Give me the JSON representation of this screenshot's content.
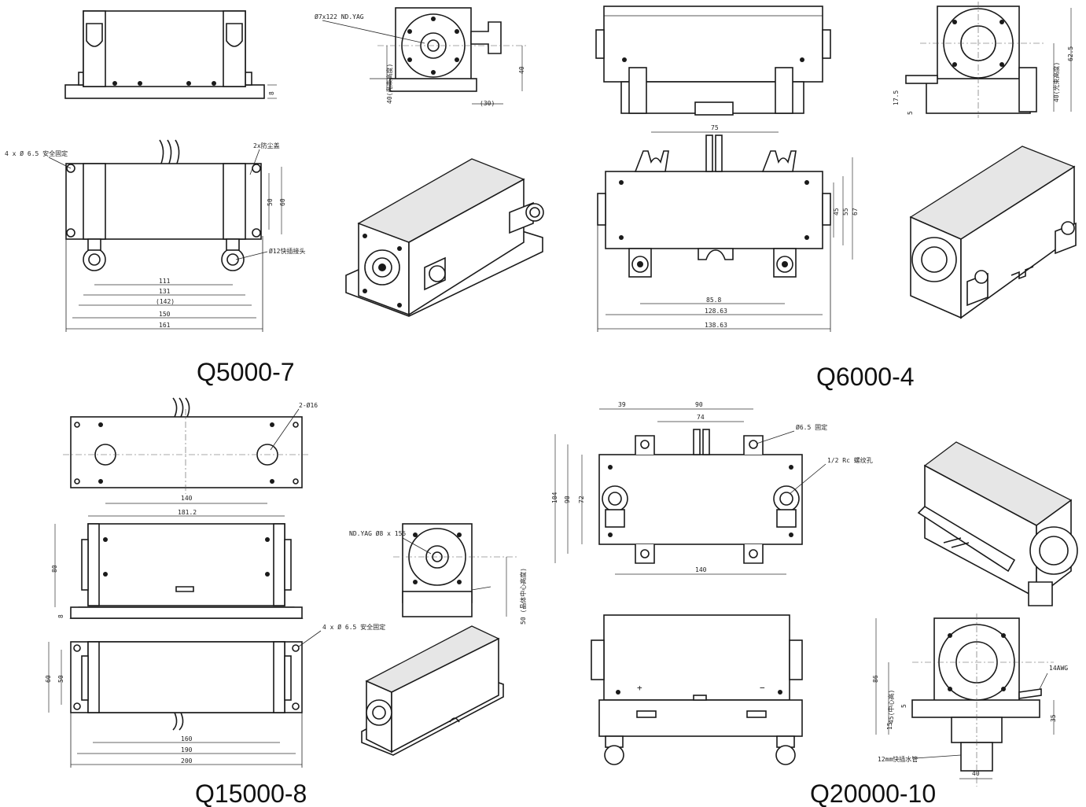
{
  "models": {
    "q5000": "Q5000-7",
    "q6000": "Q6000-4",
    "q15000": "Q15000-8",
    "q20000": "Q20000-10"
  },
  "q5000_notes": {
    "rod": "Ø7x122 ND.YAG",
    "mount_holes": "4 x Ø 6.5 安全固定",
    "dust_cap": "2x防尘盖",
    "fitting": "Ø12快插接头",
    "height_label": "40(光束高度)",
    "dims": {
      "d111": "111",
      "d131": "131",
      "d142": "(142)",
      "d150": "150",
      "d161": "161",
      "d50": "50",
      "d60": "60",
      "d40": "40",
      "d30": "(30)",
      "d8": "8"
    }
  },
  "q6000_notes": {
    "height_label": "40(光束高度)",
    "dims": {
      "d75": "75",
      "d45": "45",
      "d55": "55",
      "d67": "67",
      "d858": "85.8",
      "d12863": "128.63",
      "d13863": "138.63",
      "d625": "62.5",
      "d175": "17.5",
      "d5": "5"
    }
  },
  "q15000_notes": {
    "holes": "2-Ø16",
    "rod": "ND.YAG  Ø8 x 155",
    "mount_holes": "4 x Ø 6.5 安全固定",
    "center_height": "50 (晶体中心高度)",
    "dims": {
      "d140": "140",
      "d1812": "181.2",
      "d80": "80",
      "d8": "8",
      "d60": "60",
      "d50": "50",
      "d160": "160",
      "d190": "190",
      "d200": "200"
    }
  },
  "q20000_notes": {
    "mount_hole": "Ø6.5 固定",
    "pipe_thread": "1/2 Rc 螺纹孔",
    "cable": "14AWG",
    "fitting": "12mm快插水管",
    "center_label": "45(中心高)",
    "plus": "+",
    "minus": "−",
    "dims": {
      "d39": "39",
      "d90": "90",
      "d74": "74",
      "d104": "104",
      "d90v": "90",
      "d72": "72",
      "d140": "140",
      "d86": "86",
      "d5": "5",
      "d15": "15",
      "d35": "35",
      "d40": "40"
    }
  }
}
